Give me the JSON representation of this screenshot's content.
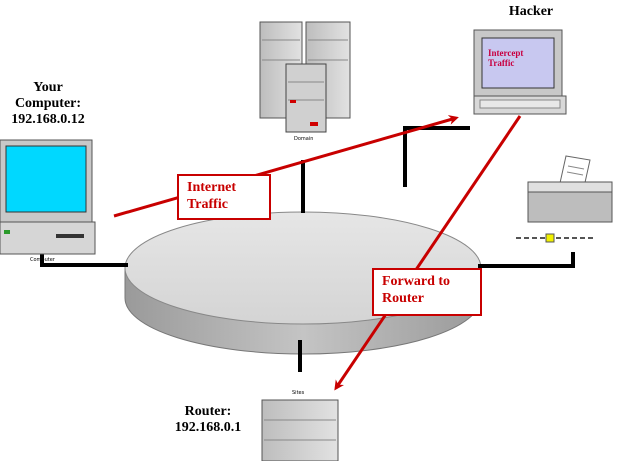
{
  "labels": {
    "your_computer_line1": "Your",
    "your_computer_line2": "Computer:",
    "your_computer_ip": "192.168.0.12",
    "hacker": "Hacker",
    "router_line1": "Router:",
    "router_ip": "192.168.0.1"
  },
  "callouts": {
    "internet_traffic_line1": "Internet",
    "internet_traffic_line2": "Traffic",
    "forward_line1": "Forward to",
    "forward_line2": "Router"
  },
  "hacker_screen": {
    "line1": "Intercept",
    "line2": "Traffic"
  },
  "device_captions": {
    "computer": "Computer",
    "server": "Domain",
    "router": "Sites"
  },
  "colors": {
    "arrow": "#c80000",
    "cable": "#000000",
    "monitor_screen": "#00d8ff",
    "hacker_screen": "#c8c8f0"
  },
  "icons": {
    "your_computer": "desktop-computer-icon",
    "hacker_computer": "desktop-computer-icon",
    "servers": "server-stack-icon",
    "printer": "printer-icon",
    "router": "router-tower-icon"
  }
}
